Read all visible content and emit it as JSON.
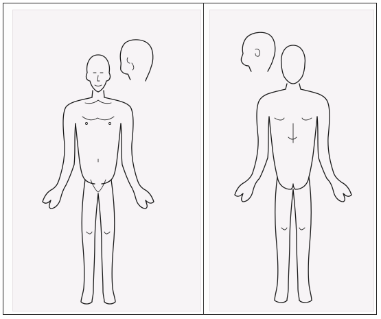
{
  "figure": {
    "views": [
      {
        "view": "front",
        "icon": "front-body-outline"
      },
      {
        "view": "back",
        "icon": "back-body-outline"
      }
    ],
    "line_color": "#1a1a1a",
    "background_color": "#f7f4f6"
  }
}
